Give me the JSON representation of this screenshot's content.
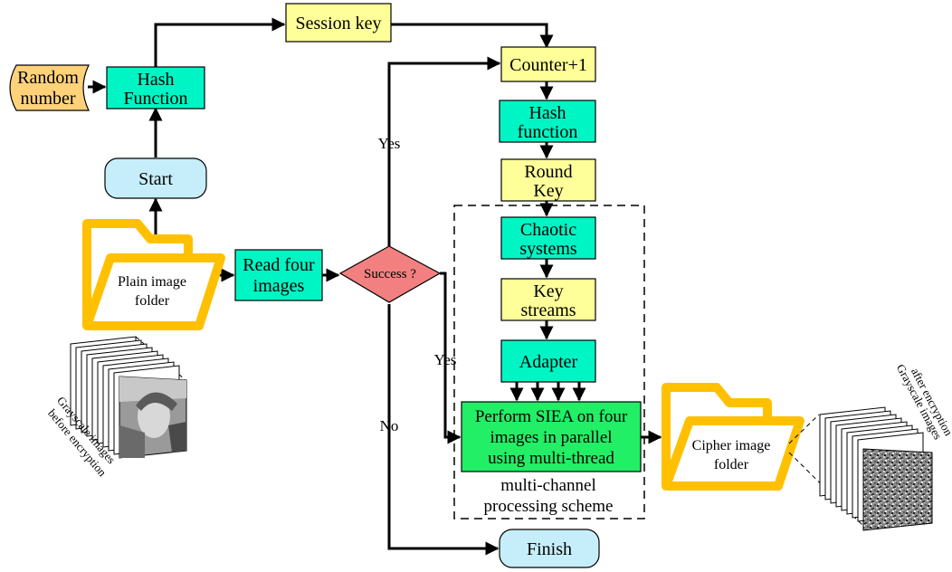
{
  "colors": {
    "yellow_box": "#ffff99",
    "teal_box": "#00f5c4",
    "green_box": "#22ee66",
    "blue_box": "#c6eefa",
    "diamond": "#f28080",
    "random_number": "#ffd27a",
    "folder": "#ffc000"
  },
  "nodes": {
    "session_key": "Session key",
    "random_number": [
      "Random",
      "number"
    ],
    "hash_function_left": [
      "Hash",
      "Function"
    ],
    "start": "Start",
    "plain_folder": [
      "Plain image",
      "folder"
    ],
    "grayscale_before": [
      "Grayscale images",
      "before encryption"
    ],
    "read_four": [
      "Read four",
      "images"
    ],
    "success": "Success ?",
    "counter": "Counter+1",
    "hash_function_right": [
      "Hash",
      "function"
    ],
    "round_key": [
      "Round",
      "Key"
    ],
    "chaotic": [
      "Chaotic",
      "systems"
    ],
    "key_streams": [
      "Key",
      "streams"
    ],
    "adapter": "Adapter",
    "perform": [
      "Perform SIEA on four",
      "images in parallel",
      "using multi-thread"
    ],
    "multi_channel": [
      "multi-channel",
      "processing scheme"
    ],
    "cipher_folder": [
      "Cipher image",
      "folder"
    ],
    "grayscale_after": [
      "Grayscale images",
      "after encryption"
    ],
    "finish": "Finish"
  },
  "edge_labels": {
    "yes_top": "Yes",
    "yes_bottom": "Yes",
    "no": "No"
  }
}
